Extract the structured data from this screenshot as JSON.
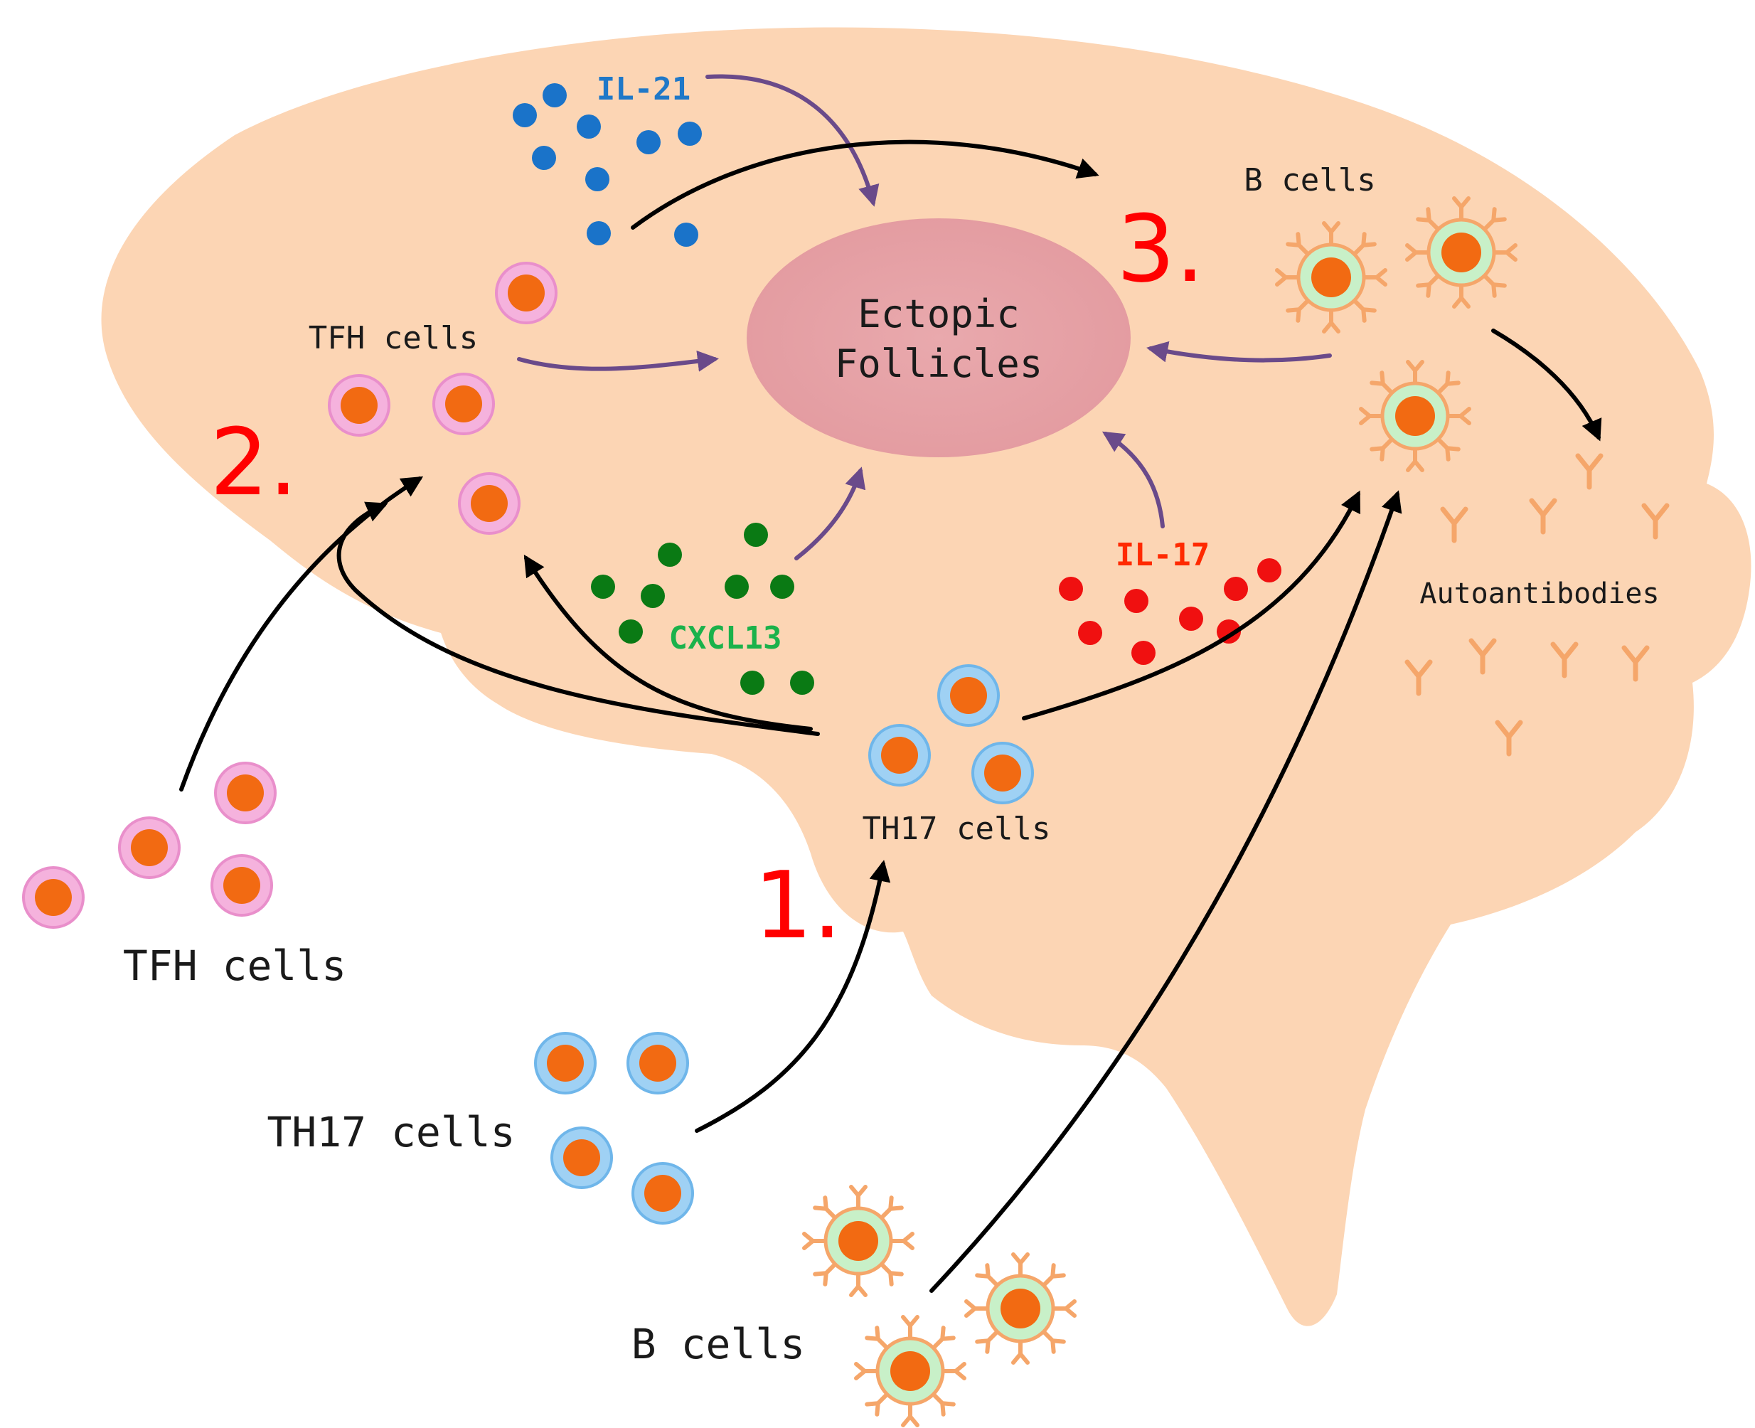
{
  "labels": {
    "il21": "IL-21",
    "cxcl13": "CXCL13",
    "il17": "IL-17",
    "follicles_line1": "Ectopic",
    "follicles_line2": "Follicles",
    "tfh_in_brain": "TFH cells",
    "th17_in_brain": "TH17 cells",
    "b_in_brain": "B cells",
    "autoantibodies": "Autoantibodies",
    "tfh_outside": "TFH cells",
    "th17_outside": "TH17 cells",
    "b_outside": "B cells"
  },
  "steps": {
    "step1": "1.",
    "step2": "2.",
    "step3": "3."
  },
  "colors": {
    "brain_fill": "#fcd5b4",
    "follicle_fill": "#e8a4a8",
    "il21_dot": "#1a73c9",
    "il21_text": "#1f78c8",
    "cxcl13_dot": "#0a7a14",
    "cxcl13_text": "#1bb24b",
    "il17_dot": "#f01010",
    "il17_text": "#ff2a00",
    "step_number": "#ff0000",
    "tfh_membrane": "#f4a6d8",
    "th17_membrane": "#8ec9f2",
    "b_cell_body": "#c8f0c8",
    "b_cell_receptor": "#f5a66a",
    "nucleus": "#f26a12",
    "arrow_black": "#000000",
    "arrow_purple": "#6a4a8a"
  }
}
